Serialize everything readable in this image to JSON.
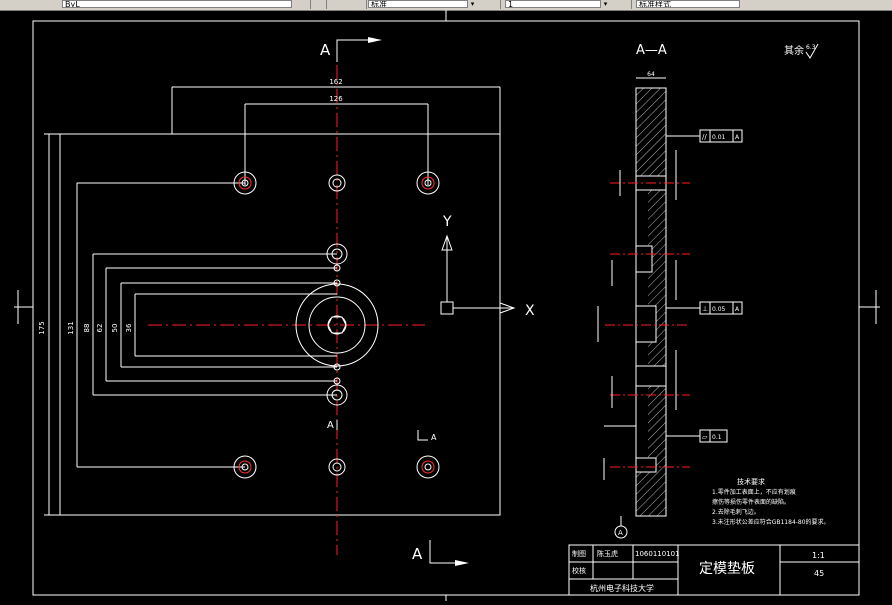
{
  "toolbar": {
    "layer_field": "ByL",
    "style_field": "标准",
    "dim_field": "1",
    "text_field": "标准样式"
  },
  "drawing": {
    "section_label_top": "A",
    "section_label_bottom": "A",
    "section_label_left": "A",
    "section_label_small": "A",
    "view_title": "A—A",
    "surface_note": "其余",
    "surface_value": "6.3",
    "axis_y": "Y",
    "axis_x": "X",
    "dims": {
      "top_overall": "162",
      "top_inner": "126",
      "left_overall": "175",
      "left_131": "131",
      "left_88": "88",
      "left_62": "62",
      "left_50": "50",
      "left_36": "36",
      "side_top": "64"
    },
    "gdt": [
      {
        "symbol": "//",
        "value": "0.01",
        "datum": "A"
      },
      {
        "symbol": "⊥",
        "value": "0.05",
        "datum": "A"
      },
      {
        "symbol": "▱",
        "value": "0.1",
        "datum": ""
      }
    ],
    "datum_marker": "A",
    "tech_req": {
      "title": "技术要求",
      "lines": [
        "1.零件加工表面上，不应有划痕",
        "擦伤等损伤零件表面的缺陷。",
        "2.去除毛刺飞边。",
        "3.未注形状公差应符合GB1184-80的要求。"
      ]
    },
    "title_block": {
      "drawn_label": "制图",
      "drawn_name": "陈玉虎",
      "student_id": "1060110101",
      "check_label": "校核",
      "part_name": "定模垫板",
      "scale": "1:1",
      "material": "45",
      "school": "杭州电子科技大学"
    }
  },
  "colors": {
    "background": "#000000",
    "line": "#ffffff",
    "center": "#ff0000",
    "hatch": "#ffffff"
  }
}
